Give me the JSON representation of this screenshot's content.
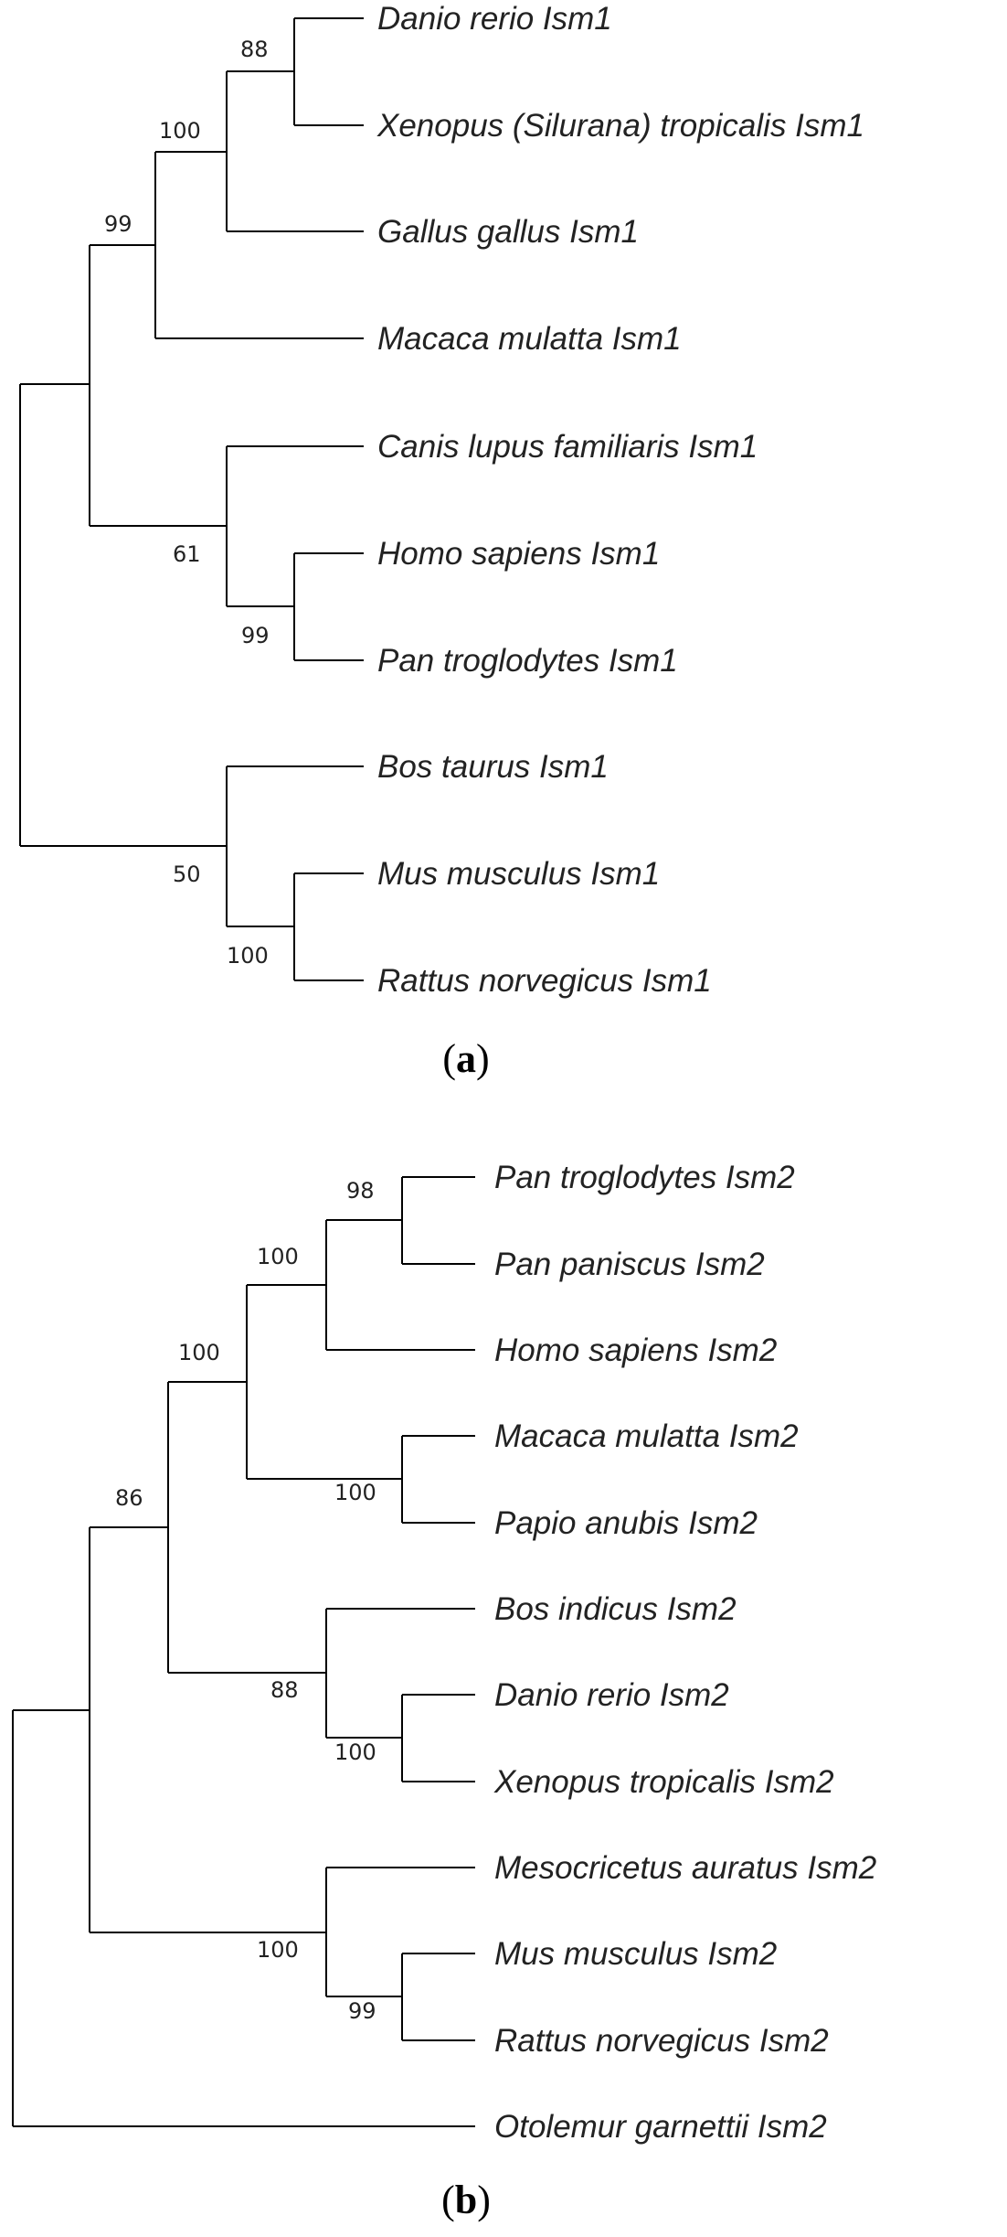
{
  "tree_a": {
    "panel": {
      "open": "(",
      "letter": "a",
      "close": ")"
    },
    "taxa": [
      "Danio rerio Ism1",
      "Xenopus (Silurana) tropicalis Ism1",
      "Gallus gallus Ism1",
      "Macaca mulatta Ism1",
      "Canis lupus familiaris Ism1",
      "Homo sapiens Ism1",
      "Pan troglodytes Ism1",
      "Bos taurus Ism1",
      "Mus musculus Ism1",
      "Rattus norvegicus Ism1"
    ],
    "support": {
      "n1": "88",
      "n2": "100",
      "n3": "99",
      "n4": "99",
      "n5": "61",
      "n7": "100",
      "n8": "50"
    }
  },
  "tree_b": {
    "panel": {
      "open": "(",
      "letter": "b",
      "close": ")"
    },
    "taxa": [
      "Pan troglodytes Ism2",
      "Pan paniscus Ism2",
      "Homo sapiens Ism2",
      "Macaca mulatta Ism2",
      "Papio anubis Ism2",
      "Bos indicus Ism2",
      "Danio rerio Ism2",
      "Xenopus tropicalis Ism2",
      "Mesocricetus auratus Ism2",
      "Mus musculus Ism2",
      "Rattus norvegicus Ism2",
      "Otolemur garnettii Ism2"
    ],
    "support": {
      "m1": "98",
      "m2": "100",
      "m3": "100",
      "m4": "100",
      "m5": "100",
      "m6": "88",
      "m7": "86",
      "m8": "99",
      "m9": "100"
    }
  }
}
